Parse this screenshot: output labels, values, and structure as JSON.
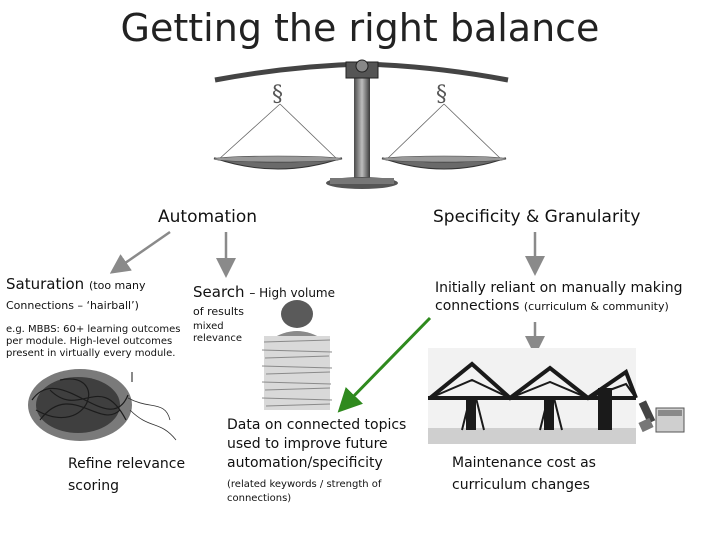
{
  "title": "Getting the right balance",
  "headings": {
    "automation": "Automation",
    "specificity": "Specificity & Granularity"
  },
  "saturation": {
    "main": "Saturation",
    "paren": "(too many",
    "line2": "Connections – ‘hairball’)",
    "example": [
      "e.g. MBBS: 60+ learning outcomes",
      "per module. High-level outcomes",
      "present in virtually every module."
    ]
  },
  "search": {
    "main": "Search",
    "rest": "– High volume",
    "line2": "of results",
    "mixed": [
      "mixed",
      "relevance"
    ]
  },
  "manual": {
    "line1": "Initially reliant on manually making",
    "line2_main": "connections",
    "line2_paren": "(curriculum & community)"
  },
  "refine": [
    "Refine relevance",
    "scoring"
  ],
  "data_connected": {
    "lines": [
      "Data on connected topics",
      "used to improve future",
      "automation/specificity"
    ],
    "note": [
      "(related keywords / strength of",
      "connections)"
    ]
  },
  "maintenance": [
    "Maintenance cost as",
    "curriculum changes"
  ],
  "colors": {
    "arrow_gray": "#8a8a8a",
    "arrow_green": "#2f8a1e",
    "text": "#111111"
  },
  "images": {
    "scales": "balance-scales-image",
    "hairball": "hairball-image",
    "paper_pile": "paper-pile-person-image",
    "bridge": "forth-bridge-image",
    "paint": "paint-can-brush-image"
  }
}
